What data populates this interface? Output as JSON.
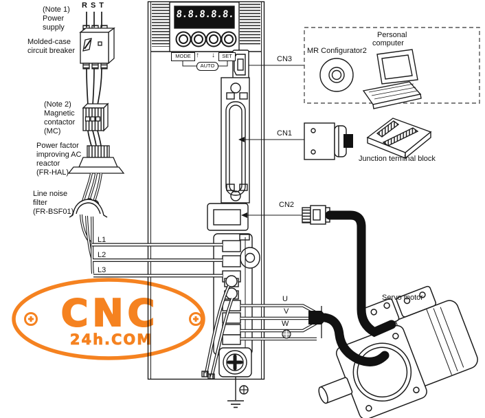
{
  "colors": {
    "line": "#1a1a1a",
    "accent_orange": "#F58220"
  },
  "power_chain": {
    "phase_labels": [
      "R",
      "S",
      "T"
    ],
    "note1": [
      "(Note 1)",
      "Power",
      "supply"
    ],
    "breaker_label": [
      "Molded-case",
      "circuit breaker"
    ],
    "contactor_label": [
      "(Note 2)",
      "Magnetic",
      "contactor",
      "(MC)"
    ],
    "reactor_label": [
      "Power factor",
      "improving AC",
      "reactor",
      "(FR-HAL)"
    ],
    "filter_label": [
      "Line noise",
      "filter",
      "(FR-BSF01)"
    ],
    "input_terminals": [
      "L1",
      "L2",
      "L3"
    ]
  },
  "amplifier": {
    "display_digits": "8.8.8.8.8.",
    "buttons": {
      "mode": "MODE",
      "auto": "AUTO",
      "set": "SET"
    },
    "arrows": {
      "up": "↑",
      "down": "↓"
    },
    "connectors": {
      "cn3": "CN3",
      "cn1": "CN1",
      "cn2": "CN2"
    }
  },
  "peripherals": {
    "configurator": "MR Configurator2",
    "pc_label": [
      "Personal",
      "computer"
    ],
    "junction_block": "Junction terminal block",
    "servo_motor": "Servo motor",
    "output_terminals": [
      "U",
      "V",
      "W"
    ]
  },
  "watermark": {
    "line1": "CNC",
    "line2": "24h.COM"
  }
}
